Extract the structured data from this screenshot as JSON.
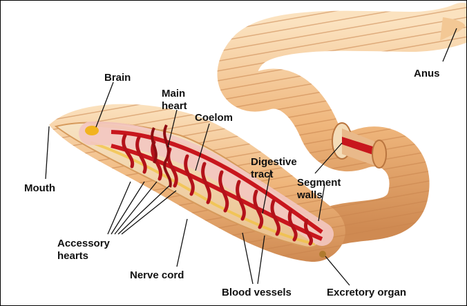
{
  "labels": {
    "brain": "Brain",
    "main_heart_1": "Main",
    "main_heart_2": "heart",
    "coelom": "Coelom",
    "anus": "Anus",
    "mouth": "Mouth",
    "digestive_1": "Digestive",
    "digestive_2": "tract",
    "segment_1": "Segment",
    "segment_2": "walls",
    "accessory_1": "Accessory",
    "accessory_2": "hearts",
    "nerve_cord": "Nerve cord",
    "blood_vessels": "Blood vessels",
    "excretory": "Excretory organ"
  },
  "colors": {
    "body_light": "#f6d3a6",
    "body_mid": "#e9a96c",
    "body_dark": "#c9824b",
    "vessel": "#c8161d",
    "vessel_dark": "#8e0d12",
    "gut_light": "#f3c7c1",
    "fat_yellow": "#f2c23b"
  }
}
